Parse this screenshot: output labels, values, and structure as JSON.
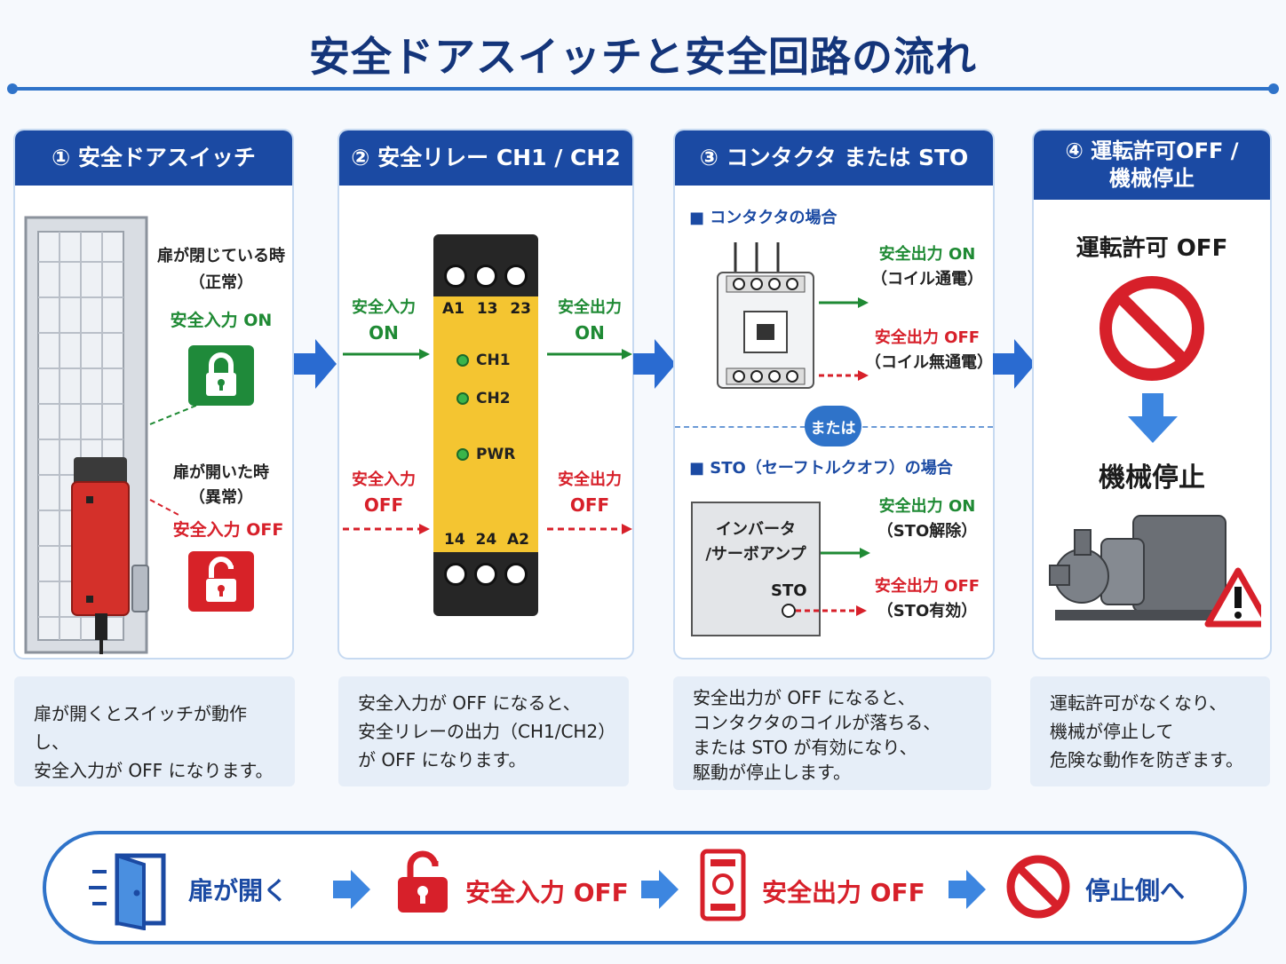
{
  "title": "安全ドアスイッチと安全回路の流れ",
  "panels": [
    {
      "header": "① 安全ドアスイッチ",
      "closed_state": "扉が閉じている時",
      "closed_note": "（正常）",
      "input_on": "安全入力 ON",
      "open_state": "扉が開いた時",
      "open_note": "（異常）",
      "input_off": "安全入力 OFF",
      "description": [
        "扉が開くとスイッチが動作し、",
        "安全入力が OFF になります。"
      ]
    },
    {
      "header": "② 安全リレー CH1 / CH2",
      "in_on": [
        "安全入力",
        "ON"
      ],
      "out_on": [
        "安全出力",
        "ON"
      ],
      "in_off": [
        "安全入力",
        "OFF"
      ],
      "out_off": [
        "安全出力",
        "OFF"
      ],
      "top_terminals": [
        "A1",
        "13",
        "23"
      ],
      "bottom_terminals": [
        "14",
        "24",
        "A2"
      ],
      "leds": [
        "CH1",
        "CH2",
        "PWR"
      ],
      "description": [
        "安全入力が OFF になると、",
        "安全リレーの出力（CH1/CH2）",
        "が OFF になります。"
      ]
    },
    {
      "header": "③ コンタクタ または STO",
      "contactor_case": "■ コンタクタの場合",
      "contactor_on": "安全出力 ON",
      "contactor_on_note": "（コイル通電）",
      "contactor_off": "安全出力 OFF",
      "contactor_off_note": "（コイル無通電）",
      "or_badge": "または",
      "sto_case": "■ STO（セーフトルクオフ）の場合",
      "inverter": [
        "インバータ",
        "/サーボアンプ"
      ],
      "sto_terminal": "STO",
      "sto_on": "安全出力 ON",
      "sto_on_note": "（STO解除）",
      "sto_off": "安全出力 OFF",
      "sto_off_note": "（STO有効）",
      "description": [
        "安全出力が OFF になると、",
        "コンタクタのコイルが落ちる、",
        "または STO が有効になり、",
        "駆動が停止します。"
      ]
    },
    {
      "header": [
        "④ 運転許可OFF /",
        "機械停止"
      ],
      "permit_off": "運転許可 OFF",
      "machine_stop": "機械停止",
      "description": [
        "運転許可がなくなり、",
        "機械が停止して",
        "危険な動作を防ぎます。"
      ]
    }
  ],
  "flow": [
    "扉が開く",
    "安全入力 OFF",
    "安全出力 OFF",
    "停止側へ"
  ],
  "colors": {
    "navy": "#1b4aa3",
    "accent": "#2f73c9",
    "green": "#1f8a34",
    "red": "#d7202a",
    "relay_yellow": "#f4c531"
  }
}
